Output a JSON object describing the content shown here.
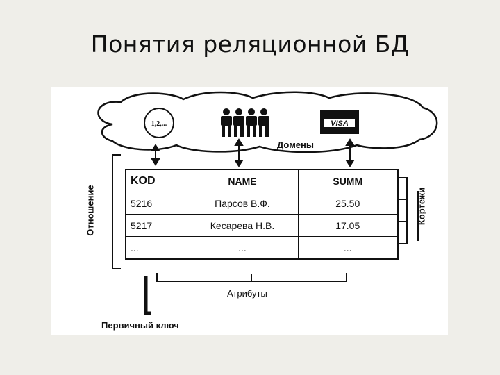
{
  "slide": {
    "title": "Понятия реляционной БД"
  },
  "diagram": {
    "domains_label": "Домены",
    "relation_label": "Отношение",
    "tuples_label": "Кортежи",
    "attributes_label": "Атрибуты",
    "primary_key_label": "Первичный ключ",
    "domain_icons": [
      {
        "name": "numbers-icon",
        "text": "1,2,..."
      },
      {
        "name": "people-icon"
      },
      {
        "name": "credit-card-icon",
        "text": "VISA"
      }
    ],
    "table": {
      "headers": [
        "KOD",
        "NAME",
        "SUMM"
      ],
      "rows": [
        [
          "5216",
          "Парсов В.Ф.",
          "25.50"
        ],
        [
          "5217",
          "Кесарева Н.В.",
          "17.05"
        ],
        [
          "...",
          "...",
          "..."
        ]
      ]
    }
  }
}
